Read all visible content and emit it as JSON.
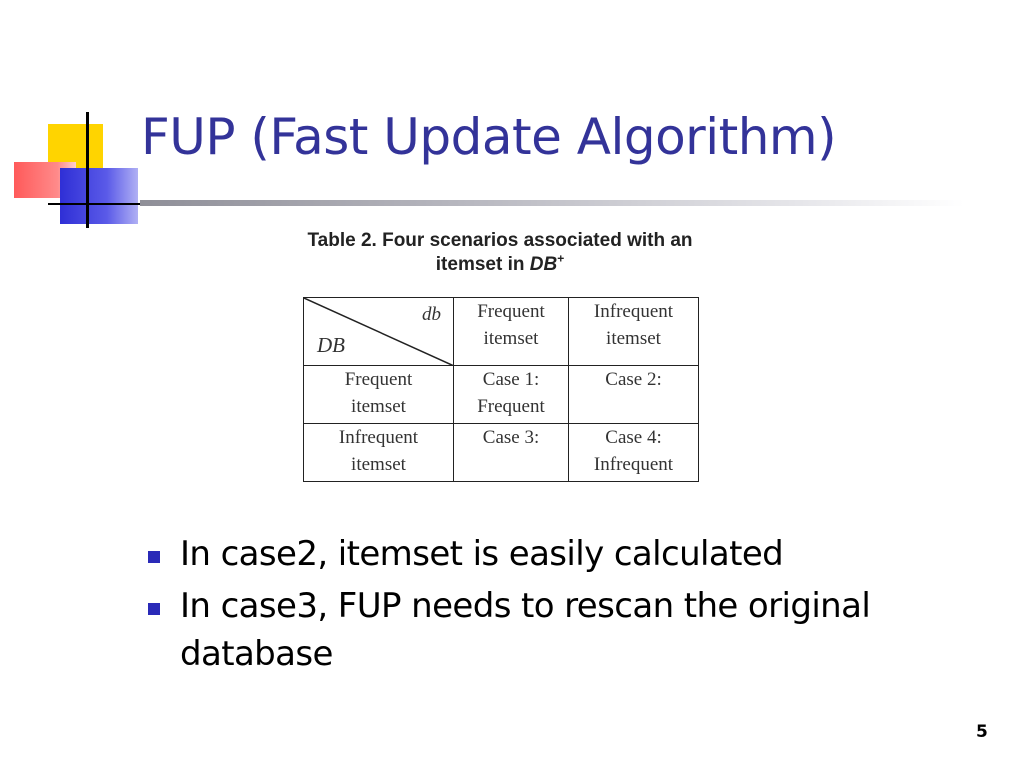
{
  "slide": {
    "title": "FUP (Fast Update Algorithm)",
    "page_number": "5"
  },
  "figure": {
    "caption_line1": "Table 2. Four scenarios associated with an",
    "caption_line2_prefix": "itemset in ",
    "caption_line2_db": "DB",
    "caption_line2_sup": "+",
    "corner_top": "db",
    "corner_bottom": "DB",
    "col_headers": [
      [
        "Frequent",
        "itemset"
      ],
      [
        "Infrequent",
        "itemset"
      ]
    ],
    "row_headers": [
      [
        "Frequent",
        "itemset"
      ],
      [
        "Infrequent",
        "itemset"
      ]
    ],
    "cells": [
      [
        [
          "Case 1:",
          "Frequent"
        ],
        [
          "Case 2:",
          ""
        ]
      ],
      [
        [
          "Case 3:",
          ""
        ],
        [
          "Case 4:",
          "Infrequent"
        ]
      ]
    ]
  },
  "bullets": [
    "In case2, itemset is easily calculated",
    "In case3, FUP needs to rescan the original database"
  ],
  "colors": {
    "title": "#333399",
    "bullet": "#2a2ab8",
    "deco_yellow": "#ffd400",
    "deco_red": "#ff5a5a",
    "deco_blue": "#2f2fd6"
  }
}
